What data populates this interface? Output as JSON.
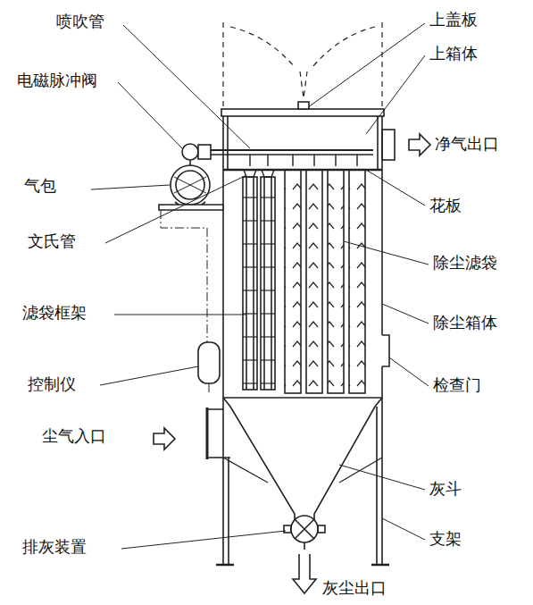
{
  "diagram": {
    "labels": [
      "喷吹管",
      "电磁脉冲阀",
      "气包",
      "文氏管",
      "滤袋框架",
      "控制仪",
      "尘气入口",
      "排灰装置",
      "上盖板",
      "上箱体",
      "净气出口",
      "花板",
      "除尘滤袋",
      "除尘箱体",
      "检查门",
      "灰斗",
      "支架",
      "灰尘出口"
    ]
  }
}
